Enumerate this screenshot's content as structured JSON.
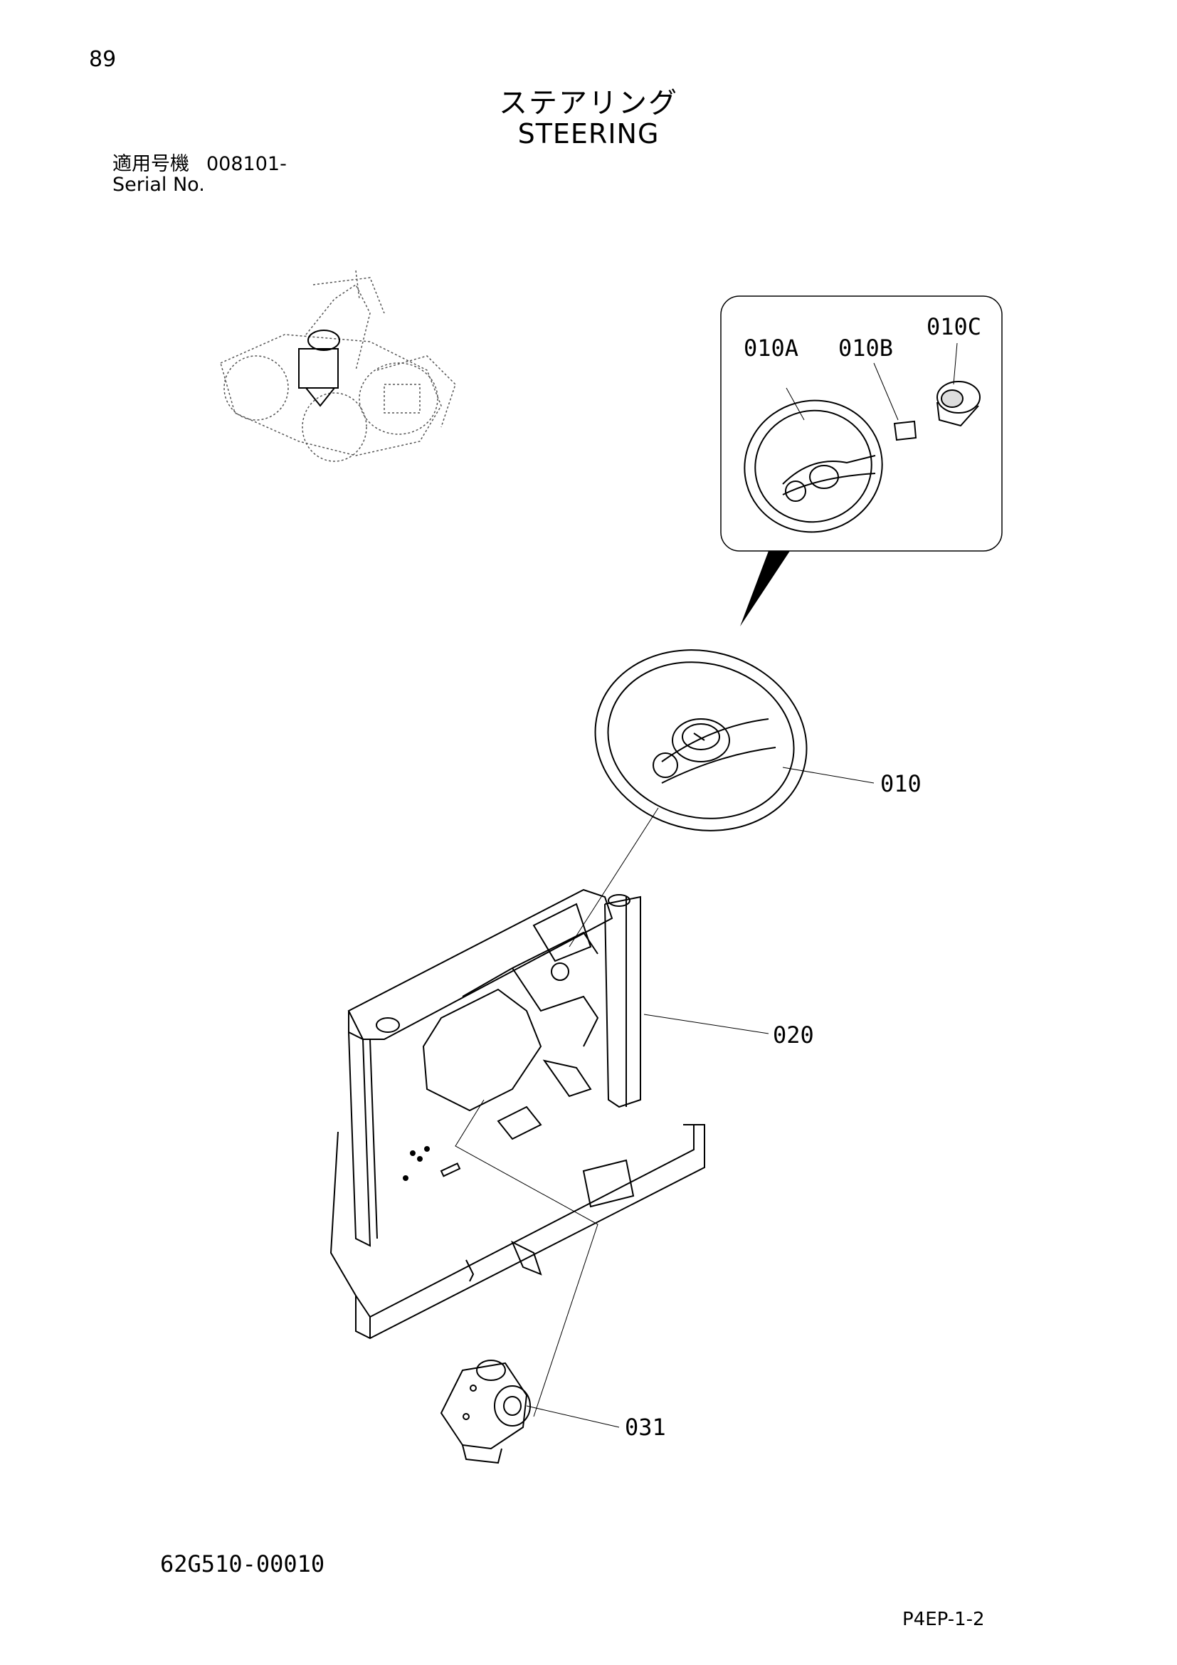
{
  "page": {
    "number": "89",
    "title_jp": "ステアリング",
    "title_en": "STEERING",
    "serial_label_jp": "適用号機",
    "serial_value": "008101-",
    "serial_label_en": "Serial No."
  },
  "callouts": {
    "c010": "010",
    "c010A": "010A",
    "c010B": "010B",
    "c010C": "010C",
    "c020": "020",
    "c031": "031"
  },
  "footer": {
    "doc_number": "62G510-00010",
    "page_code": "P4EP-1-2"
  }
}
